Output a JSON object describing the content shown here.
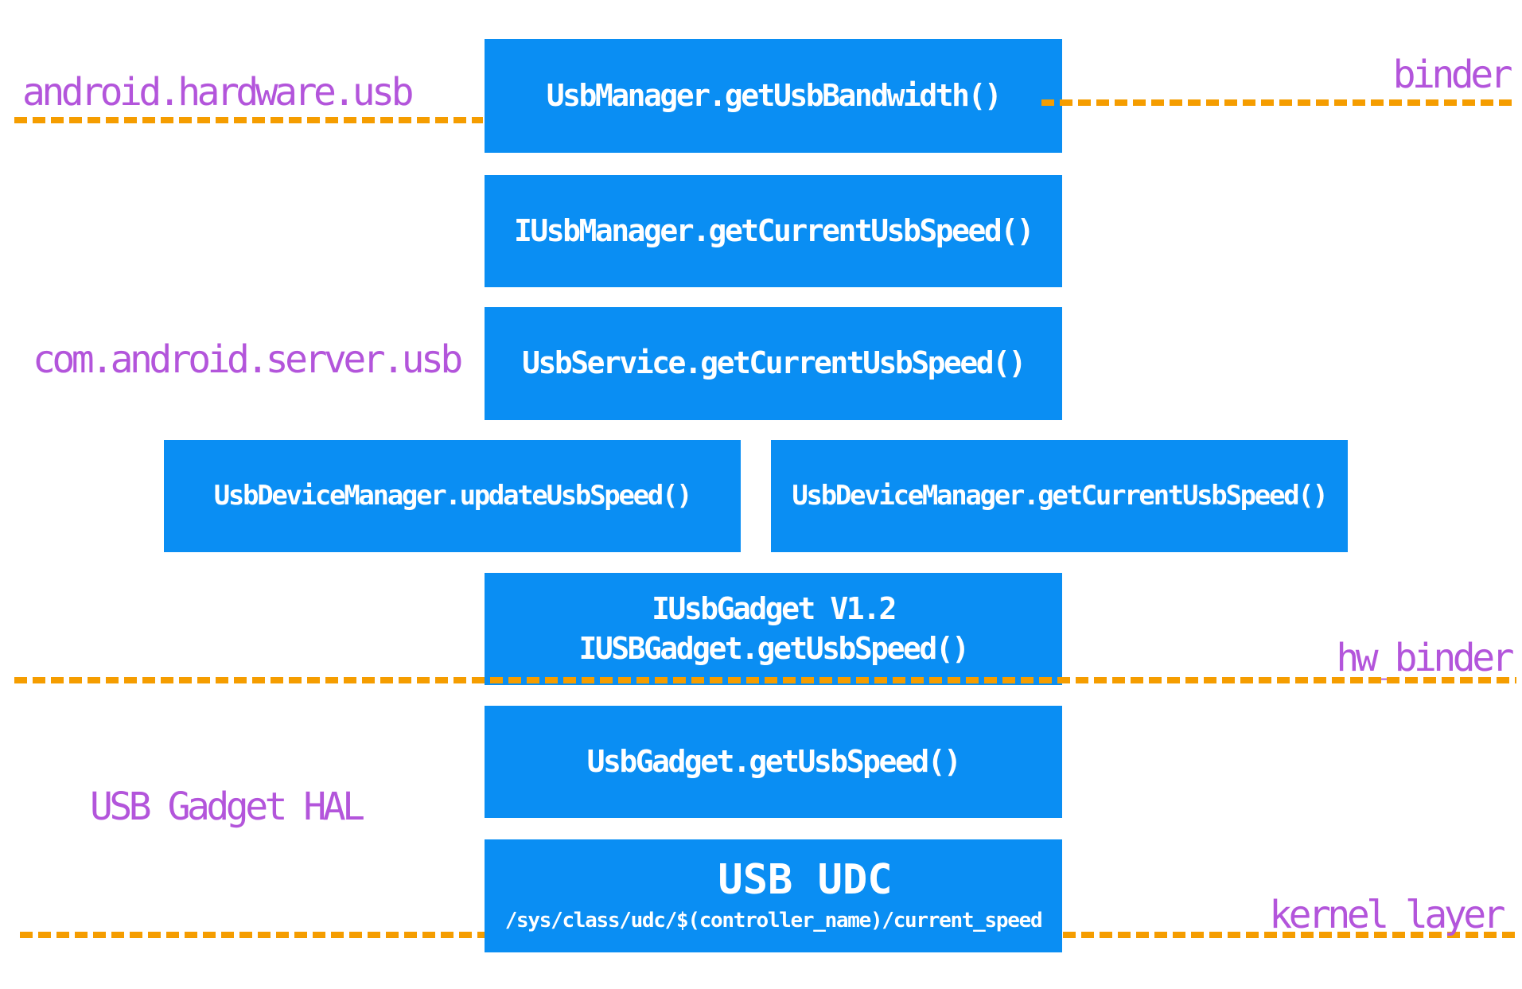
{
  "diagram": {
    "title_hint": "Android USB current-speed call stack",
    "package_labels": {
      "android_hardware_usb": "android.hardware.usb",
      "com_android_server_usb": "com.android.server.usb",
      "usb_gadget_hal": "USB Gadget HAL"
    },
    "layer_labels": {
      "binder": "binder",
      "hw_binder": "hw_binder",
      "kernel_layer": "kernel layer"
    },
    "boxes": {
      "usb_manager": "UsbManager.getUsbBandwidth()",
      "iusb_manager": "IUsbManager.getCurrentUsbSpeed()",
      "usb_service": "UsbService.getCurrentUsbSpeed()",
      "usb_device_manager_update": "UsbDeviceManager.updateUsbSpeed()",
      "usb_device_manager_get": "UsbDeviceManager.getCurrentUsbSpeed()",
      "iusb_gadget_line1": "IUsbGadget V1.2",
      "iusb_gadget_line2": "IUSBGadget.getUsbSpeed()",
      "usb_gadget": "UsbGadget.getUsbSpeed()",
      "usb_udc_title": "USB UDC",
      "usb_udc_path": "/sys/class/udc/$(controller_name)/current_speed"
    },
    "colors": {
      "box_blue": "#0a8ef3",
      "dash_orange": "#f59d00",
      "label_purple": "#b355db",
      "box_text": "#ffffff",
      "background": "#ffffff"
    }
  }
}
